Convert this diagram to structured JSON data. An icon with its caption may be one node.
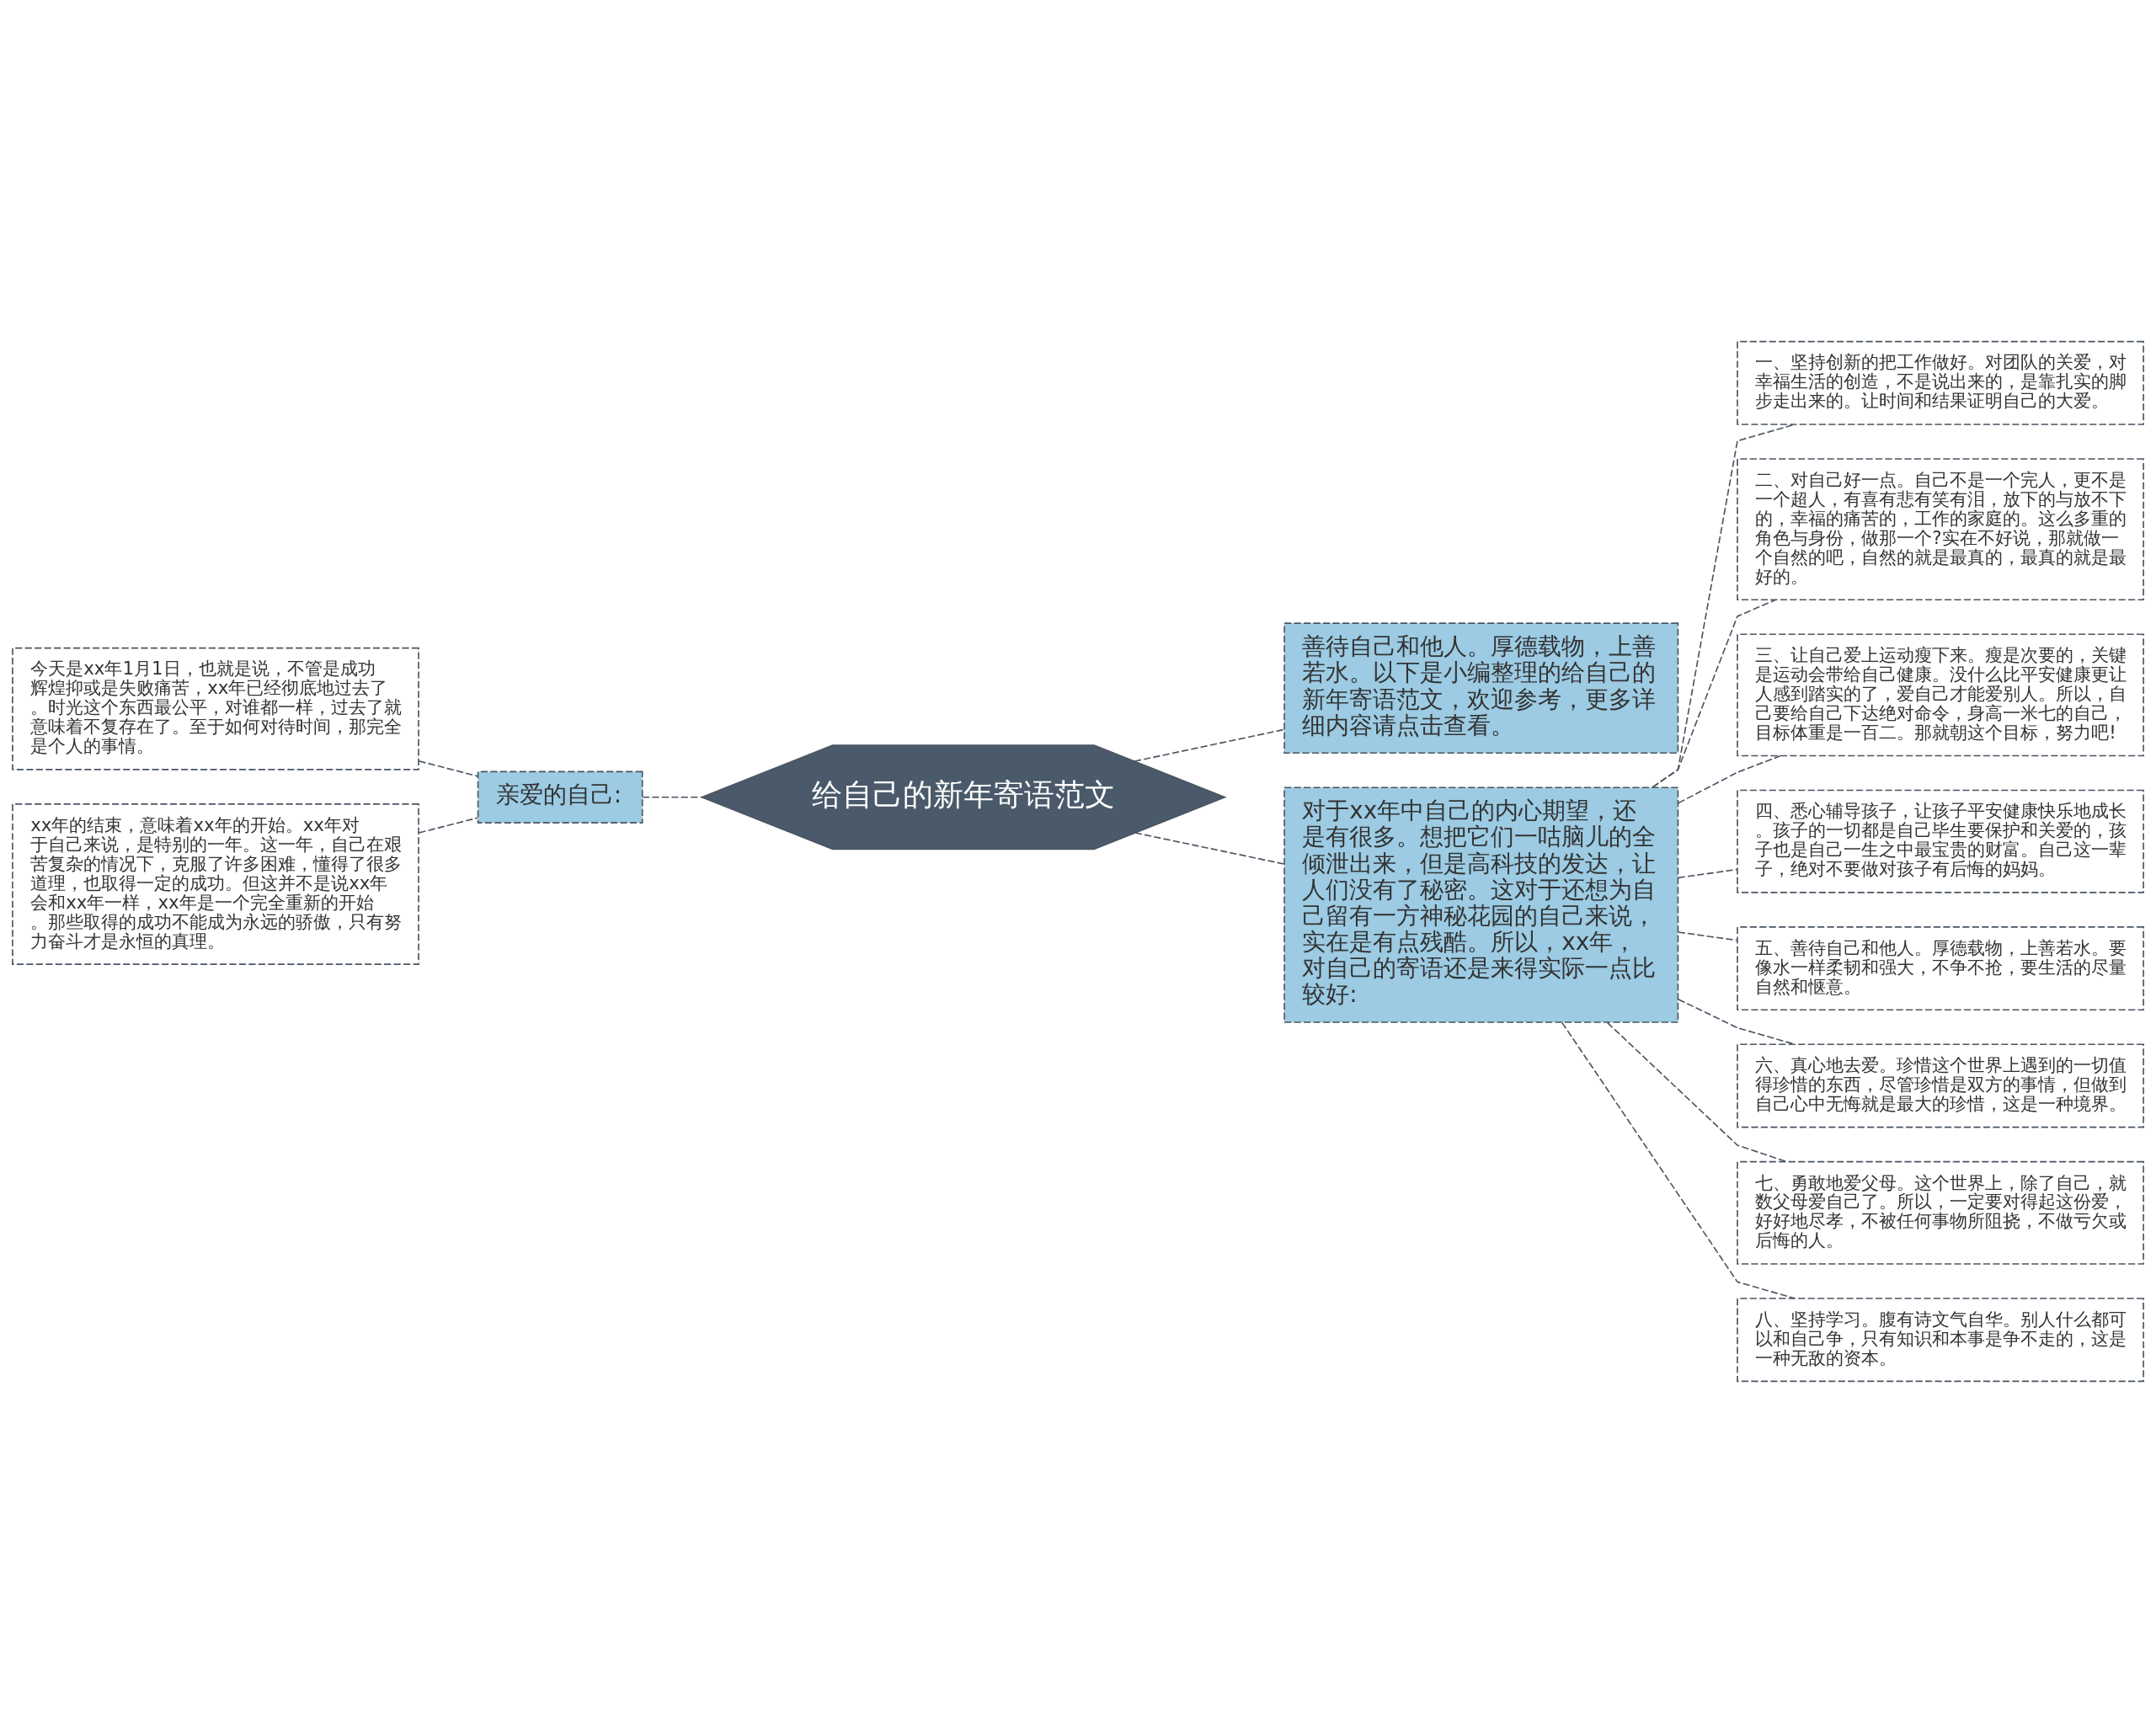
{
  "diagram": {
    "nodes": [
      {
        "text": [
          "给自己的新年寄语范文"
        ]
      },
      {
        "text": [
          "亲爱的自己:"
        ]
      },
      {
        "text": [
          "今天是xx年1月1日，也就是说，不管是成功辉煌抑或是失败痛苦，xx年已经彻底地过去了。时光这个东西最公平，对谁都一样，过去了就意味着不复存在了。至于如何对待时间，那完全是个人的事情。"
        ]
      },
      {
        "text": [
          "xx年的结束，意味着xx年的开始。xx年对于自己来说，是特别的一年。这一年，自己在艰苦复杂的情况下，克服了许多困难，懂得了很多道理，也取得一定的成功。但这并不是说xx年会和xx年一样，xx年是一个完全重新的开始。那些取得的成功不能成为永远的骄傲，只有努力奋斗才是永恒的真理。"
        ]
      },
      {
        "text": [
          "善待自己和他人。厚德载物，上善若水。以下是小编整理的给自己的新年寄语范文，欢迎参考，更多详细内容请点击查看。"
        ]
      },
      {
        "text": [
          "对于xx年中自己的内心期望，还是有很多。想把它们一咕脑儿的全倾泄出来，但是高科技的发达，让人们没有了秘密。这对于还想为自己留有一方神秘花园的自己来说，实在是有点残酷。所以，xx年，对自己的寄语还是来得实际一点比较好:"
        ]
      },
      {
        "text": [
          "一、坚持创新的把工作做好。对团队的关爱，对幸福生活的创造，不是说出来的，是靠扎实的脚步走出来的。让时间和结果证明自己的大爱。"
        ]
      },
      {
        "text": [
          "二、对自己好一点。自己不是一个完人，更不是一个超人，有喜有悲有笑有泪，放下的与放不下的，幸福的痛苦的，工作的家庭的。这么多重的角色与身份，做那一个?实在不好说，那就做一个自然的吧，自然的就是最真的，最真的就是最好的。"
        ]
      },
      {
        "text": [
          "三、让自己爱上运动瘦下来。瘦是次要的，关键是运动会带给自己健康。没什么比平安健康更让人感到踏实的了，爱自己才能爱别人。所以，自己要给自己下达绝对命令，身高一米七的自己，目标体重是一百二。那就朝这个目标，努力吧!"
        ]
      },
      {
        "text": [
          "四、悉心辅导孩子，让孩子平安健康快乐地成长。孩子的一切都是自己毕生要保护和关爱的，孩子也是自己一生之中最宝贵的财富。自己这一辈子，绝对不要做对孩子有后悔的妈妈。"
        ]
      },
      {
        "text": [
          "五、善待自己和他人。厚德载物，上善若水。要像水一样柔韧和强大，不争不抢，要生活的尽量自然和惬意。"
        ]
      },
      {
        "text": [
          "六、真心地去爱。珍惜这个世界上遇到的一切值得珍惜的东西，尽管珍惜是双方的事情，但做到自己心中无悔就是最大的珍惜，这是一种境界。"
        ]
      },
      {
        "text": [
          "七、勇敢地爱父母。这个世界上，除了自己，就数父母爱自己了。所以，一定要对得起这份爱，好好地尽孝，不被任何事物所阻挠，不做亏欠或后悔的人。"
        ]
      },
      {
        "text": [
          "八、坚持学习。腹有诗文气自华。别人什么都可以和自己争，只有知识和本事是争不走的，这是一种无敌的资本。"
        ]
      }
    ],
    "edges": [
      {
        "from": 0,
        "to": 1,
        "arrow": "none"
      },
      {
        "from": 1,
        "to": 2,
        "arrow": "none"
      },
      {
        "from": 1,
        "to": 3,
        "arrow": "none"
      },
      {
        "from": 0,
        "to": 4,
        "arrow": "none"
      },
      {
        "from": 0,
        "to": 5,
        "arrow": "none"
      },
      {
        "from": 5,
        "to": 6,
        "arrow": "none"
      },
      {
        "from": 5,
        "to": 7,
        "arrow": "none"
      },
      {
        "from": 5,
        "to": 8,
        "arrow": "none"
      },
      {
        "from": 5,
        "to": 9,
        "arrow": "none"
      },
      {
        "from": 5,
        "to": 10,
        "arrow": "none"
      },
      {
        "from": 5,
        "to": 11,
        "arrow": "none"
      },
      {
        "from": 5,
        "to": 12,
        "arrow": "none"
      },
      {
        "from": 5,
        "to": 13,
        "arrow": "none"
      }
    ]
  }
}
